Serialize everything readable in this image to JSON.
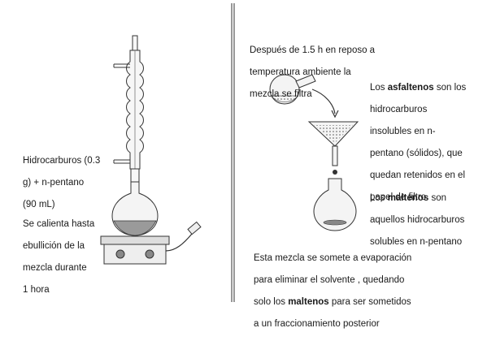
{
  "left_panel": {
    "reagents_label": [
      "Hidrocarburos (0.3",
      "g)  + n-pentano",
      "(90 mL)"
    ],
    "heating_label": [
      "Se calienta hasta",
      "ebullición de la",
      "mezcla  durante",
      "1 hora"
    ]
  },
  "right_panel": {
    "filter_step_label": [
      "Después de 1.5 h en reposo a",
      "temperatura ambiente  la",
      "mezcla se filtra"
    ],
    "asphaltenes": {
      "prefix": "Los ",
      "term": "asfaltenos",
      "rest": [
        " son los",
        "hidrocarburos",
        "insolubles en n-",
        "pentano (sólidos), que",
        "quedan retenidos en el",
        "papel de filtro"
      ]
    },
    "maltenes": {
      "prefix": "Los ",
      "term": "maltenos",
      "rest": [
        " son",
        "aquellos hidrocarburos",
        "solubles en n-pentano"
      ]
    },
    "evaporation": {
      "line1": "Esta mezcla se  somete a evaporación",
      "line2": "para eliminar el solvente , quedando",
      "line3_prefix": "solo los ",
      "line3_term": "maltenos",
      "line3_rest": "  para ser sometidos",
      "line4": "a un fraccionamiento posterior"
    }
  },
  "colors": {
    "ink": "#333333",
    "glass_fill": "#f4f4f4",
    "liquid": "#9a9a9a",
    "divider": "#555555"
  }
}
